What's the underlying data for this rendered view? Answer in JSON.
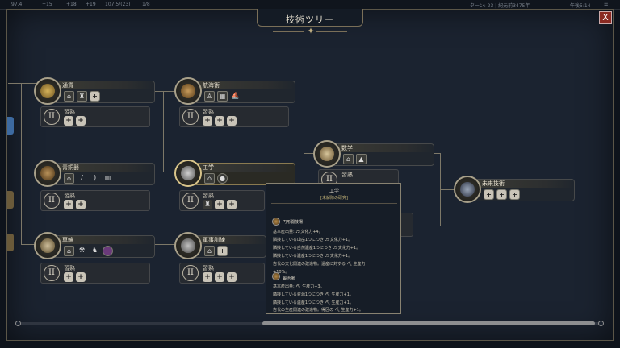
{
  "topbar": {
    "resources": [
      "97.4",
      "+15",
      "+18",
      "+19",
      "107.5/(23)",
      "1/8"
    ],
    "turn": "ターン: 23 | 紀元前3475年",
    "time": "午後5:14"
  },
  "window": {
    "title": "技術ツリー",
    "close_label": "X"
  },
  "techs": [
    {
      "name": "通貨",
      "habit": "習熟",
      "habit_mark": "II"
    },
    {
      "name": "航海術",
      "habit": "習熟",
      "habit_mark": "II"
    },
    {
      "name": "青銅器",
      "habit": "習熟",
      "habit_mark": "II"
    },
    {
      "name": "工学",
      "habit": "習熟",
      "habit_mark": "II"
    },
    {
      "name": "数学",
      "habit": "習熟",
      "habit_mark": "II"
    },
    {
      "name": "未来技術"
    },
    {
      "name": "車輪",
      "habit": "習熟",
      "habit_mark": "II"
    },
    {
      "name": "軍事訓練",
      "habit": "習熟",
      "habit_mark": "II"
    }
  ],
  "plus_label": "+",
  "tooltip": {
    "title": "工学",
    "subtitle": "[未解除の研究]",
    "building1": "円形闘技場",
    "lines1": [
      "基本産出量: ♬ 文化力+4。",
      "隣接している山岳1つにつき ♬ 文化力+1。",
      "隣接している自然遺産1つにつき ♬ 文化力+1。",
      "隣接している遺産1つにつき ♬ 文化力+1。",
      "古代の文化関連の建造物。還産に対する ⛏ 生産力",
      "+10%。"
    ],
    "building2": "鍛冶場",
    "lines2": [
      "基本産出量: ⛏ 生産力+3。",
      "隣接している資源1つにつき ⛏ 生産力+1。",
      "隣接している遺産1つにつき ⛏ 生産力+1。",
      "古代の生産関連の建造物。得区の ⛏ 生産力+1。"
    ]
  },
  "colors": {
    "accent": "#c9c4b8",
    "close": "#8a2a22",
    "frame": "#7d7868"
  }
}
